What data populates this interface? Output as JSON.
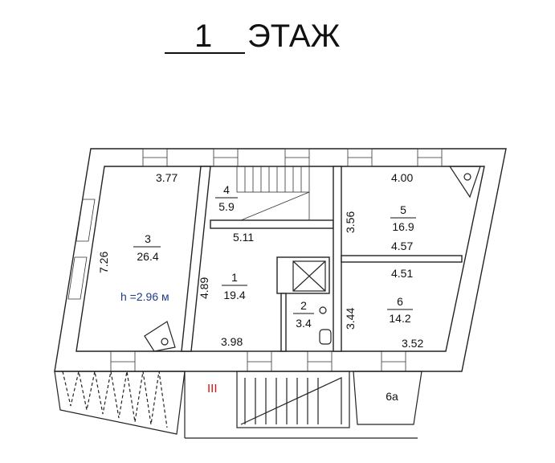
{
  "title": {
    "floor_number": "1",
    "floor_word": "ЭТАЖ"
  },
  "ceiling_height": "h =2.96 м",
  "rooms": [
    {
      "number": "1",
      "area": "19.4"
    },
    {
      "number": "2",
      "area": "3.4"
    },
    {
      "number": "3",
      "area": "26.4"
    },
    {
      "number": "4",
      "area": "5.9"
    },
    {
      "number": "5",
      "area": "16.9"
    },
    {
      "number": "6",
      "area": "14.2"
    },
    {
      "number": "6а"
    }
  ],
  "dimensions": {
    "room3_top": "3.77",
    "room3_side": "7.26",
    "room1_top": "5.11",
    "room1_side": "4.89",
    "room1_bottom": "3.98",
    "room5_top": "4.00",
    "room5_side": "3.56",
    "room5_bottom": "4.57",
    "room6_top": "4.51",
    "room6_side": "3.44",
    "room6_bottom": "3.52"
  },
  "entrance_marker": "III",
  "colors": {
    "height_label": "#1f3a8a",
    "entrance_marker": "#d11"
  }
}
